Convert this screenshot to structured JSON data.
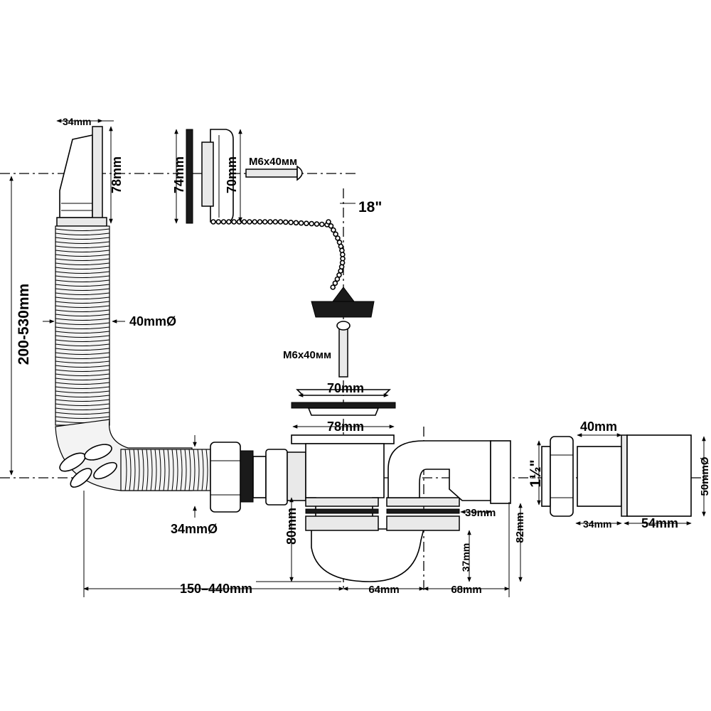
{
  "labels": {
    "overflow_depth": "34mm",
    "overflow_height": "78mm",
    "gasket_height": "74mm",
    "cover_height": "70mm",
    "screw_top": "M6x40мм",
    "chain_length": "18\"",
    "hose_diameter": "40mmØ",
    "height_range": "200-530mm",
    "screw_lower": "M6x40мм",
    "grate_diameter": "70mm",
    "flange_diameter": "78mm",
    "pipe_thread": "1½\"",
    "adapter_40": "40mm",
    "outlet_diameter": "50mmØ",
    "hose_small_diameter": "34mmØ",
    "trap_height_80": "80mm",
    "trap_height_82": "82mm",
    "dim_39": "39mm",
    "dim_37": "37mm",
    "adapter_34": "34mm",
    "adapter_54": "54mm",
    "length_range": "150–440mm",
    "dim_64": "64mm",
    "dim_68": "68mm"
  },
  "colors": {
    "ink": "#000000",
    "fill_light": "#e9e9e9",
    "fill_dark": "#1a1a1a",
    "paper": "#ffffff"
  }
}
